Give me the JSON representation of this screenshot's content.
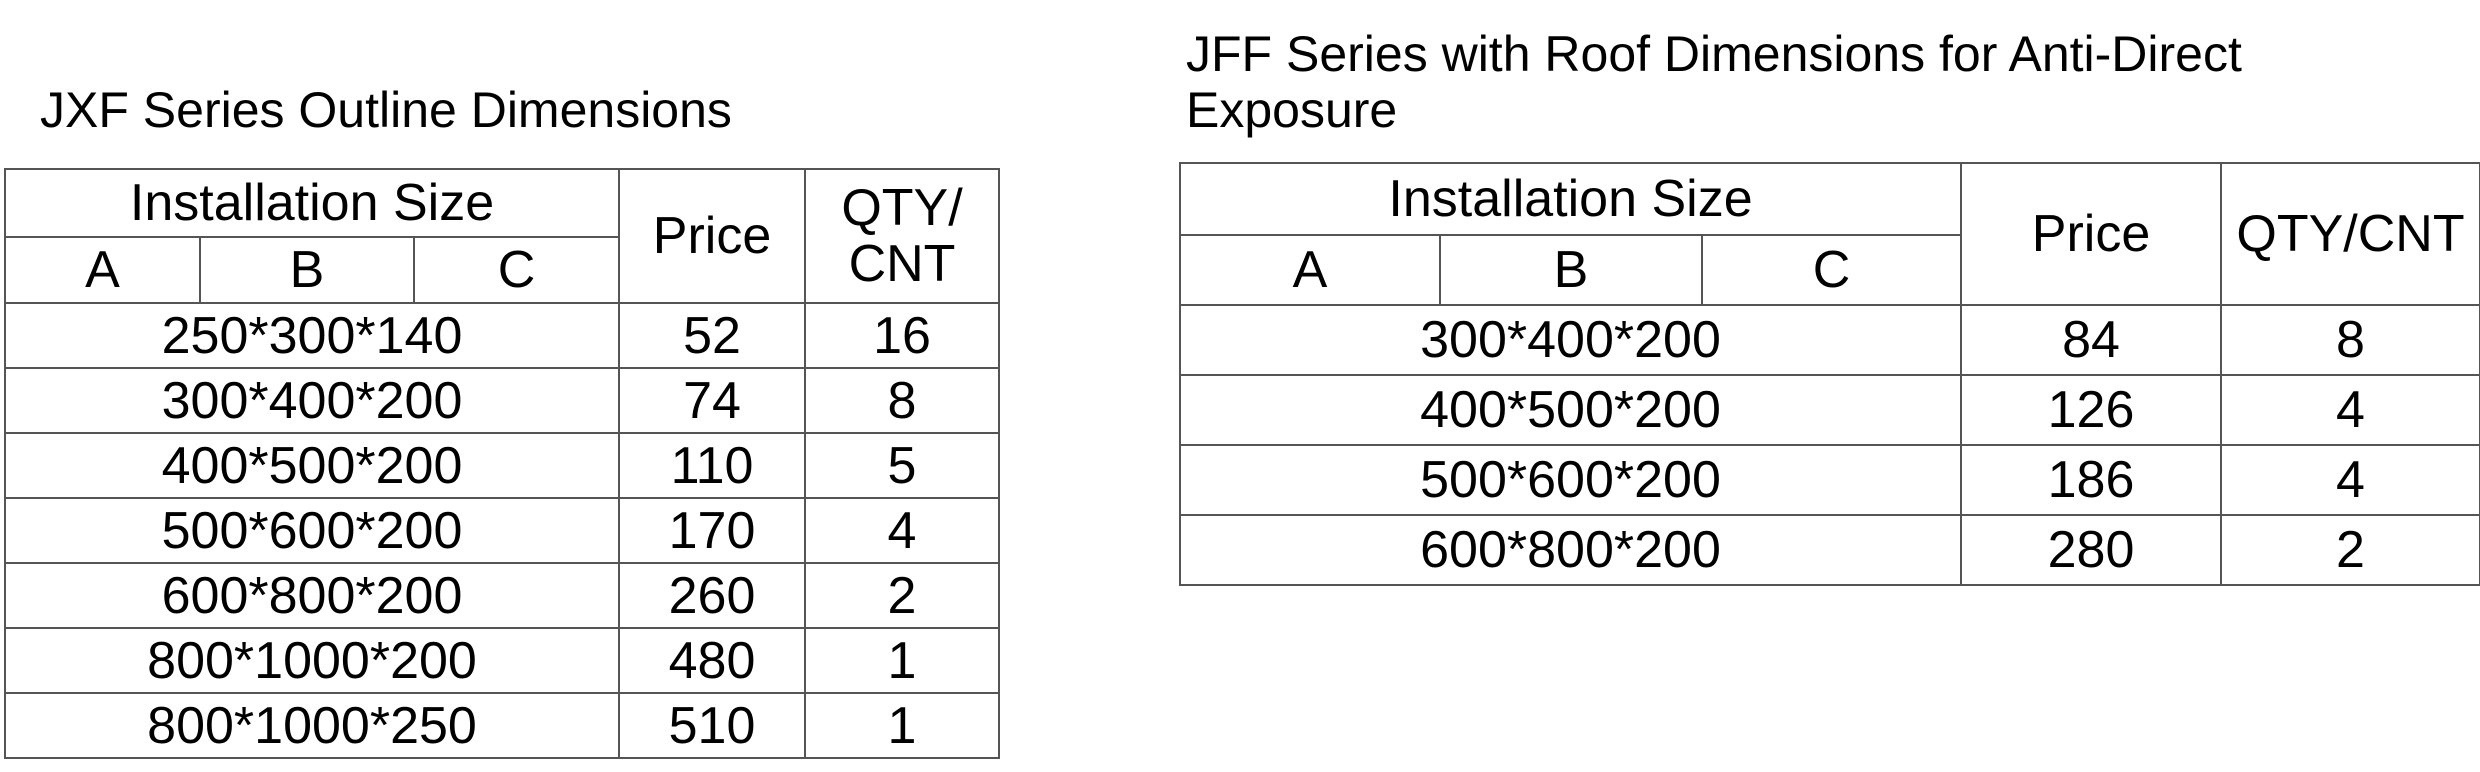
{
  "jxf": {
    "title": "JXF Series Outline Dimensions",
    "headers": {
      "installation_size": "Installation Size",
      "a": "A",
      "b": "B",
      "c": "C",
      "price": "Price",
      "qty_line1": "QTY/",
      "qty_line2": "CNT"
    },
    "rows": [
      {
        "size": "250*300*140",
        "price": "52",
        "qty": "16"
      },
      {
        "size": "300*400*200",
        "price": "74",
        "qty": "8"
      },
      {
        "size": "400*500*200",
        "price": "110",
        "qty": "5"
      },
      {
        "size": "500*600*200",
        "price": "170",
        "qty": "4"
      },
      {
        "size": "600*800*200",
        "price": "260",
        "qty": "2"
      },
      {
        "size": "800*1000*200",
        "price": "480",
        "qty": "1"
      },
      {
        "size": "800*1000*250",
        "price": "510",
        "qty": "1"
      }
    ]
  },
  "jff": {
    "title_line1": "JFF Series with Roof Dimensions for Anti-Direct",
    "title_line2": "Exposure",
    "headers": {
      "installation_size": "Installation Size",
      "a": "A",
      "b": "B",
      "c": "C",
      "price": "Price",
      "qty": "QTY/CNT"
    },
    "rows": [
      {
        "size": "300*400*200",
        "price": "84",
        "qty": "8"
      },
      {
        "size": "400*500*200",
        "price": "126",
        "qty": "4"
      },
      {
        "size": "500*600*200",
        "price": "186",
        "qty": "4"
      },
      {
        "size": "600*800*200",
        "price": "280",
        "qty": "2"
      }
    ]
  }
}
